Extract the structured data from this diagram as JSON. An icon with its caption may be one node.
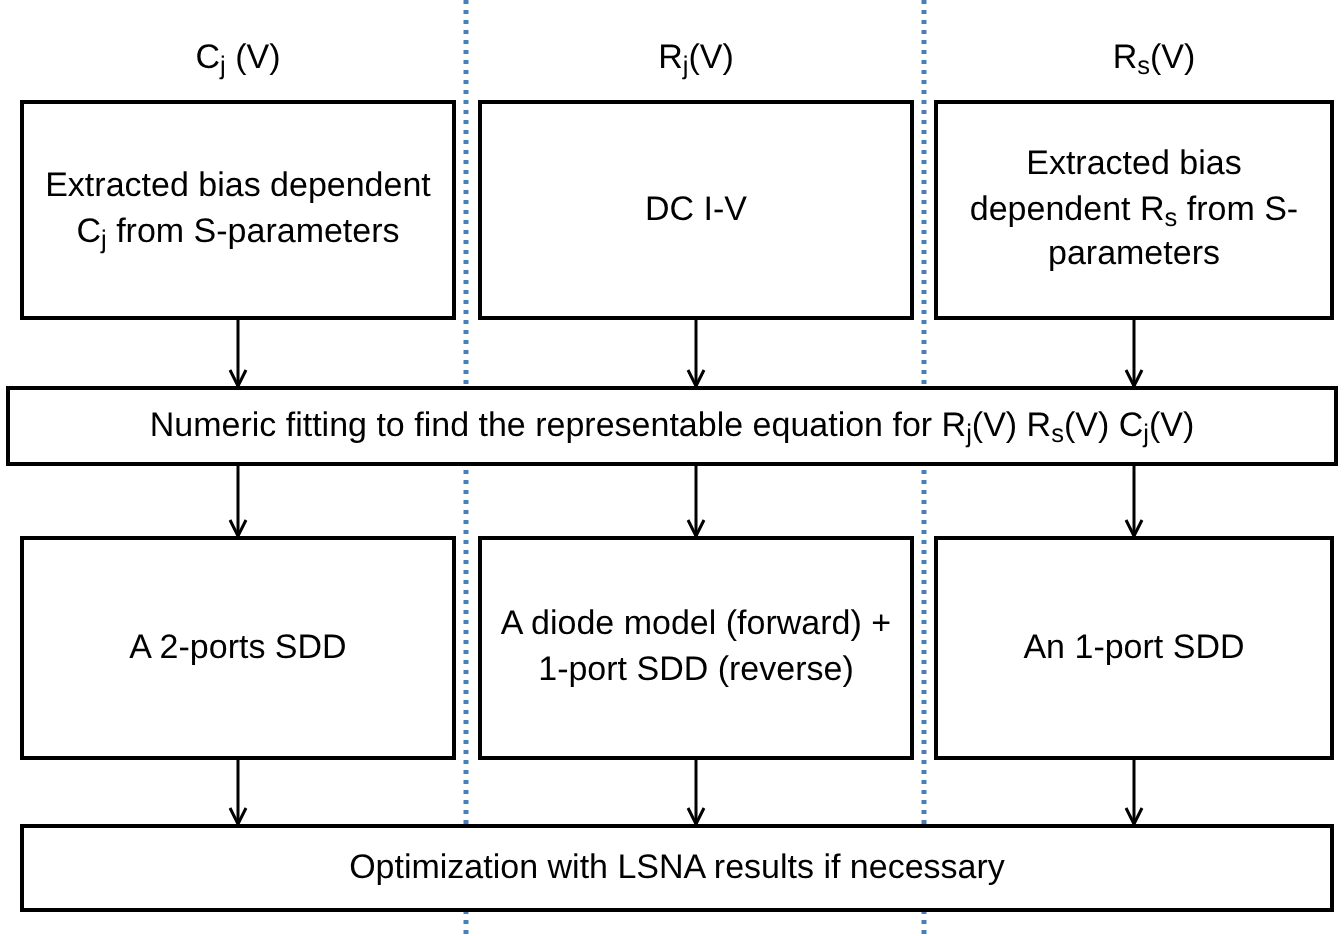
{
  "diagram": {
    "nodes": [
      {
        "text": [
          "Extracted bias dependent C$_{j}$ from S-parameters"
        ]
      },
      {
        "text": [
          "DC I-V"
        ]
      },
      {
        "text": [
          "Extracted bias dependent R$_{s}$ from S-parameters"
        ]
      },
      {
        "text": [
          "Numeric fitting to find the representable equation for  R$_{j}$(V) R$_{s}$(V) C$_{j}$(V)"
        ]
      },
      {
        "text": [
          "A 2-ports SDD"
        ]
      },
      {
        "text": [
          "A diode model (forward) + 1-port SDD (reverse)"
        ]
      },
      {
        "text": [
          "An 1-port SDD"
        ]
      },
      {
        "text": [
          "Optimization with LSNA results if necessary"
        ]
      }
    ],
    "edges": [
      {
        "from": 0,
        "to": 3,
        "arrow": "to"
      },
      {
        "from": 1,
        "to": 3,
        "arrow": "to"
      },
      {
        "from": 2,
        "to": 3,
        "arrow": "to"
      },
      {
        "from": 3,
        "to": 4,
        "arrow": "to"
      },
      {
        "from": 3,
        "to": 5,
        "arrow": "to"
      },
      {
        "from": 3,
        "to": 6,
        "arrow": "to"
      },
      {
        "from": 4,
        "to": 7,
        "arrow": "to"
      },
      {
        "from": 5,
        "to": 7,
        "arrow": "to"
      },
      {
        "from": 6,
        "to": 7,
        "arrow": "to"
      }
    ],
    "labels": [
      "C$_{j}$ (V)",
      "R$_{j}$(V)",
      "R$_{s}$(V)"
    ]
  }
}
